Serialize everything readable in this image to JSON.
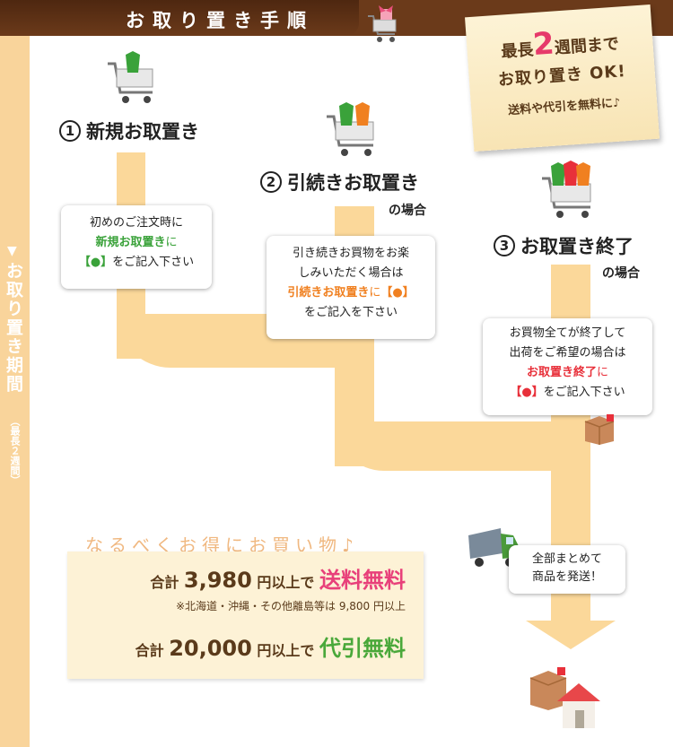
{
  "header": {
    "title": "お取り置き手順"
  },
  "sidebar": {
    "title": "お取り置き期間",
    "subtitle": "（最長２週間）",
    "arrow": "▼"
  },
  "note": {
    "line1_pre": "最長",
    "line1_num": "2",
    "line1_post": "週間まで",
    "line2": "お取り置き OK!",
    "line3": "送料や代引を無料に♪"
  },
  "steps": [
    {
      "number": "1",
      "title": "新規お取置き",
      "suffix": ""
    },
    {
      "number": "2",
      "title": "引続きお取置き",
      "suffix": "の場合"
    },
    {
      "number": "3",
      "title": "お取置き終了",
      "suffix": "の場合"
    }
  ],
  "bubbles": {
    "new": {
      "line1": "初めのご注文時に",
      "highlight": "新規お取置き",
      "after_hl": "に",
      "mark": "【●】",
      "line3": "をご記入下さい"
    },
    "continue": {
      "line1": "引き続きお買物をお楽",
      "line2": "しみいただく場合は",
      "highlight": "引続きお取置き",
      "after_hl": "に",
      "mark": "【●】",
      "line4": "をご記入を下さい"
    },
    "end": {
      "line1": "お買物全てが終了して",
      "line2": "出荷をご希望の場合は",
      "highlight": "お取置き終了",
      "after_hl": "に",
      "mark": "【●】",
      "line4": "をご記入下さい"
    }
  },
  "ship": {
    "line1": "全部まとめて",
    "line2": "商品を発送！"
  },
  "promo": {
    "tagline": "なるべくお得にお買い物♪",
    "l1_pre": "合計",
    "l1_amount": "3,980",
    "l1_mid": "円以上で",
    "l1_benefit": "送料無料",
    "note": "※北海道・沖縄・その他離島等は 9,800 円以上",
    "l2_pre": "合計",
    "l2_amount": "20,000",
    "l2_mid": "円以上で",
    "l2_benefit": "代引無料"
  },
  "colors": {
    "header_brown": "#6b3a1a",
    "sidebar": "#f9d49b",
    "pipe": "#fbd89a",
    "green": "#3aa23a",
    "orange": "#f08020",
    "red": "#e8303a",
    "pink": "#e8407a"
  }
}
